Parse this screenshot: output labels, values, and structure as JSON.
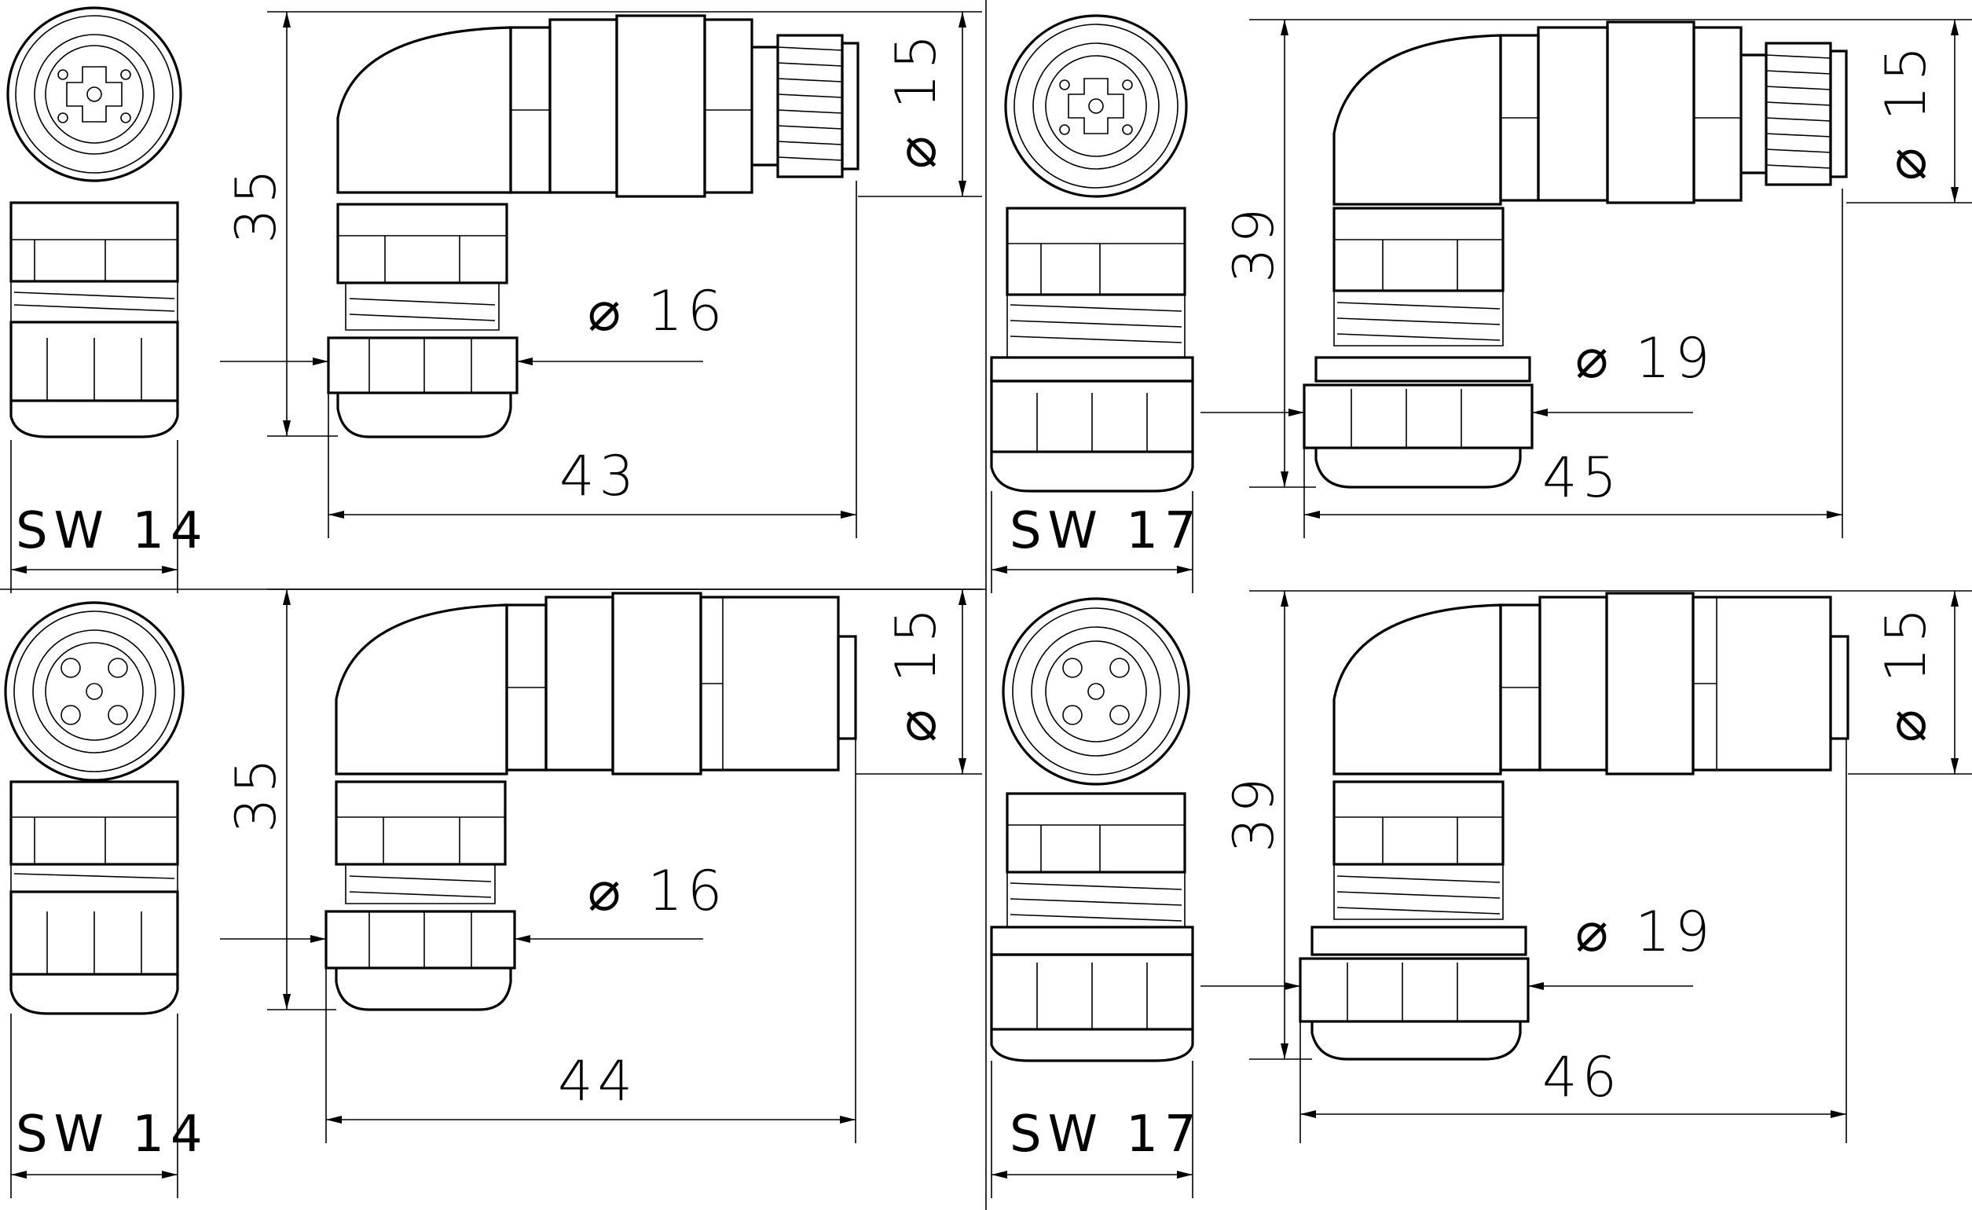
{
  "views": [
    {
      "id": "m12-male-pg9",
      "threaded_end": true,
      "sw_label": "SW 14",
      "diameter_body": "⌀ 15",
      "diameter_cable_nut": "⌀ 16",
      "height": "35",
      "length": "43"
    },
    {
      "id": "m12-male-pg11",
      "threaded_end": true,
      "sw_label": "SW 17",
      "diameter_body": "⌀ 15",
      "diameter_cable_nut": "⌀ 19",
      "height": "39",
      "length": "45"
    },
    {
      "id": "m12-female-pg9",
      "threaded_end": false,
      "sw_label": "SW 14",
      "diameter_body": "⌀ 15",
      "diameter_cable_nut": "⌀ 16",
      "height": "35",
      "length": "44"
    },
    {
      "id": "m12-female-pg11",
      "threaded_end": false,
      "sw_label": "SW 17",
      "diameter_body": "⌀ 15",
      "diameter_cable_nut": "⌀ 19",
      "height": "39",
      "length": "46"
    }
  ]
}
